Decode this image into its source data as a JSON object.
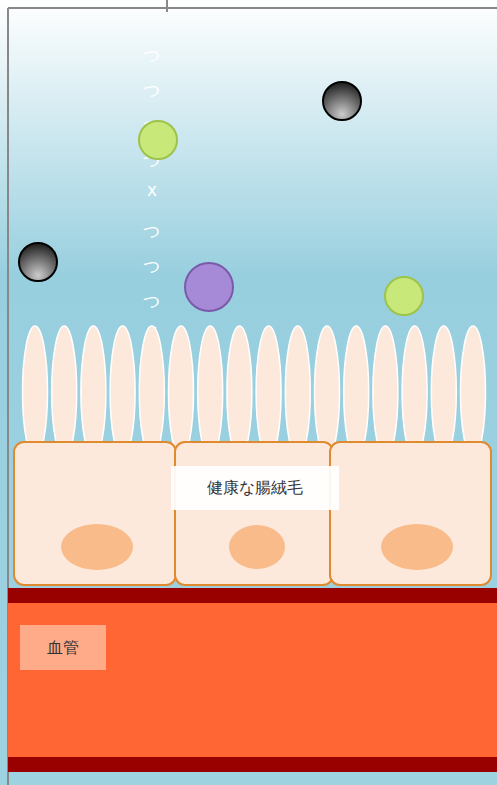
{
  "diagram": {
    "nodes": [
      {
        "text": [
          "健康な腸絨毛"
        ]
      },
      {
        "text": [
          "血管"
        ]
      }
    ],
    "labels": [
      "つつつつxつつつx"
    ]
  }
}
